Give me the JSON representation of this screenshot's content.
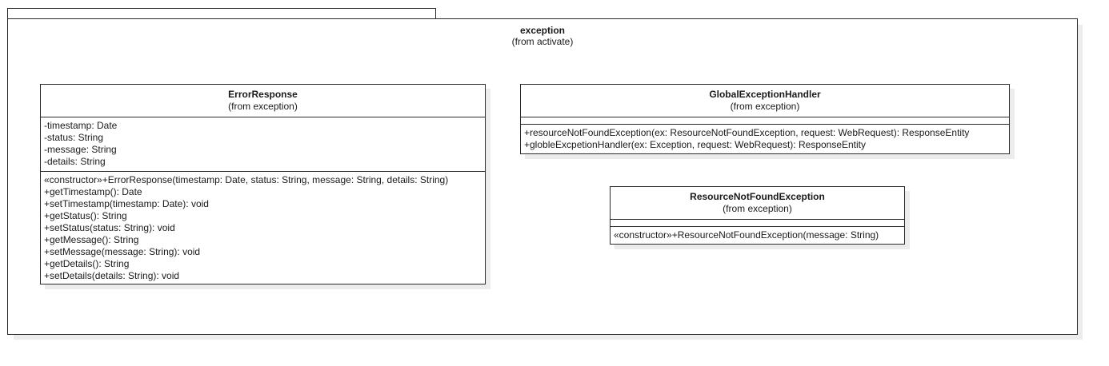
{
  "package": {
    "name": "exception",
    "from": "(from activate)"
  },
  "classes": {
    "error_response": {
      "name": "ErrorResponse",
      "from": "(from exception)",
      "attributes": [
        "-timestamp: Date",
        "-status: String",
        "-message: String",
        "-details: String"
      ],
      "operations": [
        "«constructor»+ErrorResponse(timestamp: Date, status: String, message: String, details: String)",
        "+getTimestamp(): Date",
        "+setTimestamp(timestamp: Date): void",
        "+getStatus(): String",
        "+setStatus(status: String): void",
        "+getMessage(): String",
        "+setMessage(message: String): void",
        "+getDetails(): String",
        "+setDetails(details: String): void"
      ]
    },
    "global_exception_handler": {
      "name": "GlobalExceptionHandler",
      "from": "(from exception)",
      "attributes": [],
      "operations": [
        "+resourceNotFoundException(ex: ResourceNotFoundException, request: WebRequest): ResponseEntity",
        "+globleExcpetionHandler(ex: Exception, request: WebRequest): ResponseEntity"
      ]
    },
    "resource_not_found_exception": {
      "name": "ResourceNotFoundException",
      "from": "(from exception)",
      "attributes": [],
      "operations": [
        "«constructor»+ResourceNotFoundException(message: String)"
      ]
    }
  }
}
